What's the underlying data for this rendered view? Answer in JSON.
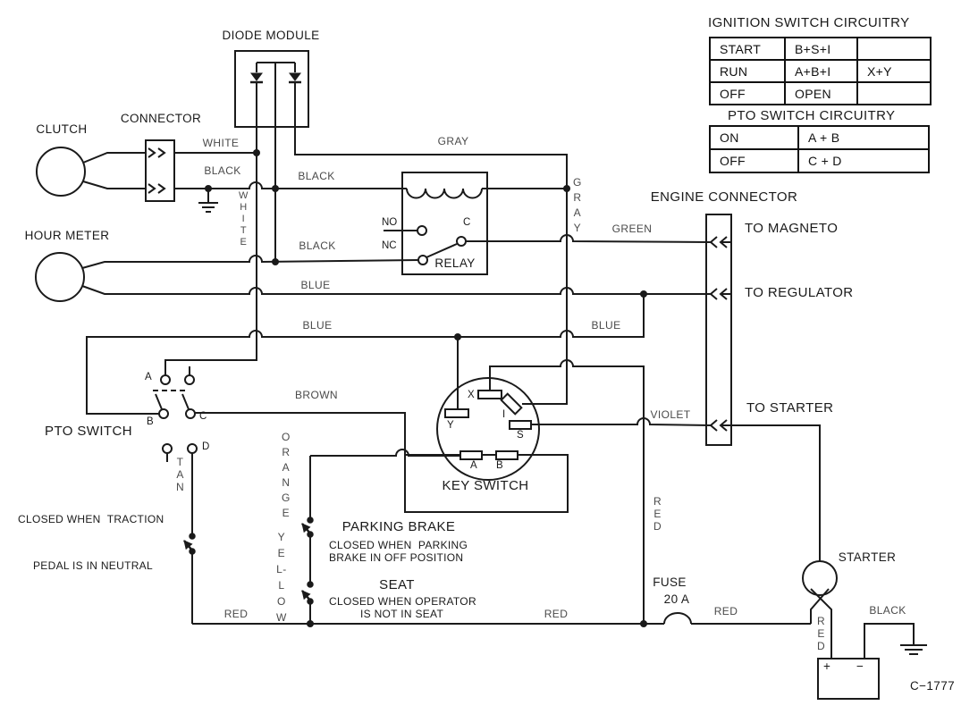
{
  "diagram": {
    "ref_number": "C−1777",
    "ink_color": "#1a1a1a",
    "background_color": "#ffffff",
    "ignition_table": {
      "title": "IGNITION SWITCH CIRCUITRY",
      "rows": [
        [
          "START",
          "B+S+I",
          ""
        ],
        [
          "RUN",
          "A+B+I",
          "X+Y"
        ],
        [
          "OFF",
          "OPEN",
          ""
        ]
      ]
    },
    "pto_table": {
      "title": "PTO SWITCH CIRCUITRY",
      "rows": [
        [
          "ON",
          "A + B"
        ],
        [
          "OFF",
          "C + D"
        ]
      ]
    },
    "components": {
      "diode_module": "DIODE MODULE",
      "clutch": "CLUTCH",
      "connector": "CONNECTOR",
      "hour_meter": "HOUR METER",
      "relay": "RELAY",
      "key_switch": "KEY SWITCH",
      "engine_connector": "ENGINE CONNECTOR",
      "to_magneto": "TO MAGNETO",
      "to_regulator": "TO REGULATOR",
      "to_starter": "TO STARTER",
      "starter": "STARTER",
      "pto_switch": "PTO SWITCH",
      "parking_brake": "PARKING BRAKE",
      "seat": "SEAT",
      "fuse_line1": "FUSE",
      "fuse_line2": "20 A",
      "battery_plus": "+",
      "battery_minus": "−"
    },
    "notes": {
      "traction_line1": "CLOSED WHEN  TRACTION",
      "traction_line2": "PEDAL IS IN NEUTRAL",
      "parking_line1": "CLOSED WHEN  PARKING",
      "parking_line2": "BRAKE IN OFF POSITION",
      "seat_line1": "CLOSED WHEN OPERATOR",
      "seat_line2": "IS NOT IN SEAT"
    },
    "wire_labels": {
      "white_h": "WHITE",
      "black_clutch": "BLACK",
      "black_relay": "BLACK",
      "gray_h": "GRAY",
      "black_hourmeter": "BLACK",
      "blue_hourmeter": "BLUE",
      "blue_lower": "BLUE",
      "blue_right": "BLUE",
      "green": "GREEN",
      "brown": "BROWN",
      "violet": "VIOLET",
      "red_left": "RED",
      "red_mid": "RED",
      "red_fuse": "RED",
      "black_battery": "BLACK",
      "white_v": "W\nH\nI\nT\nE",
      "gray_v": "G\nR\nA\nY",
      "orange_v": "O\nR\nA\nN\nG\nE",
      "yellow_v": "Y\nE\nL-\nL\nO\nW",
      "tan_v": "T\nA\nN",
      "red_v_key": "R\nE\nD",
      "red_v_battery": "R\nE\nD"
    },
    "terminals": {
      "key_x": "X",
      "key_i": "I",
      "key_y": "Y",
      "key_s": "S",
      "key_a": "A",
      "key_b": "B",
      "relay_no": "NO",
      "relay_nc": "NC",
      "relay_c": "C",
      "pto_a": "A",
      "pto_b": "B",
      "pto_c": "C",
      "pto_d": "D"
    }
  }
}
